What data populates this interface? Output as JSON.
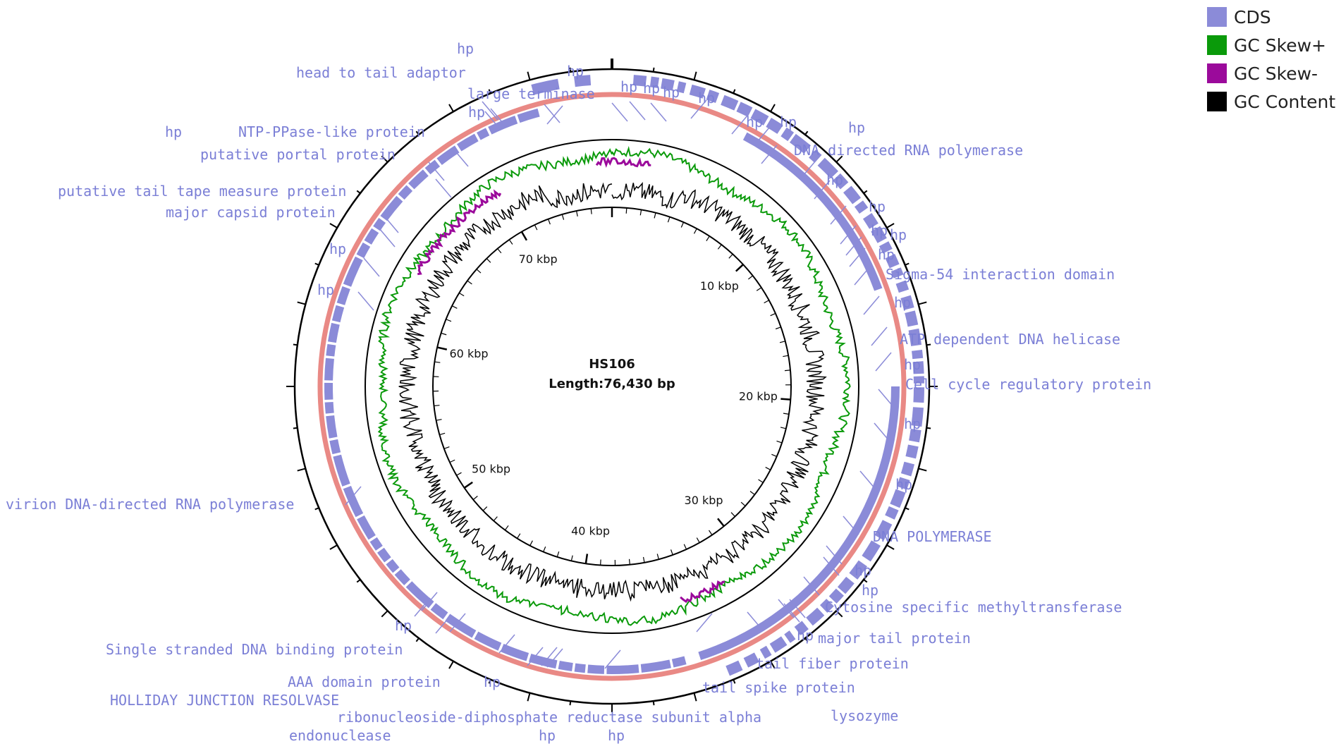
{
  "legend": [
    {
      "label": "CDS",
      "color": "#8b8bd8"
    },
    {
      "label": "GC Skew+",
      "color": "#0a9a0a"
    },
    {
      "label": "GC Skew-",
      "color": "#9b0a9b"
    },
    {
      "label": "GC Content",
      "color": "#000000"
    }
  ],
  "genome": {
    "name": "HS106",
    "length_label": "Length:76,430 bp",
    "length_bp": 76430
  },
  "kbp_ticks": [
    "10 kbp",
    "20 kbp",
    "30 kbp",
    "40 kbp",
    "50 kbp",
    "60 kbp",
    "70 kbp"
  ],
  "labels": [
    "hp",
    "head to tail adaptor",
    "hp",
    "large terminase",
    "hp",
    "hp",
    "hp",
    "hp",
    "hp",
    "NTP-PPase-like protein",
    "hp",
    "putative portal protein",
    "hp",
    "hp",
    "DNA directed RNA polymerase",
    "hp",
    "putative tail tape measure protein",
    "major capsid protein",
    "hp",
    "hp",
    "hp",
    "hp",
    "hp",
    "Sigma-54 interaction domain",
    "hp",
    "hp",
    "ATP dependent DNA helicase",
    "hp",
    "hp",
    "Cell cycle regulatory protein",
    "hp",
    "hp",
    "virion DNA-directed RNA polymerase",
    "DNA POLYMERASE",
    "hp",
    "hp",
    "Cytosine specific methyltransferase",
    "hp",
    "major tail protein",
    "Single stranded DNA binding protein",
    "tail fiber protein",
    "AAA domain protein",
    "hp",
    "tail spike protein",
    "HOLLIDAY JUNCTION RESOLVASE",
    "hp",
    "lysozyme",
    "ribonucleoside-diphosphate reductase subunit alpha",
    "hp",
    "endonuclease",
    "hp"
  ]
}
